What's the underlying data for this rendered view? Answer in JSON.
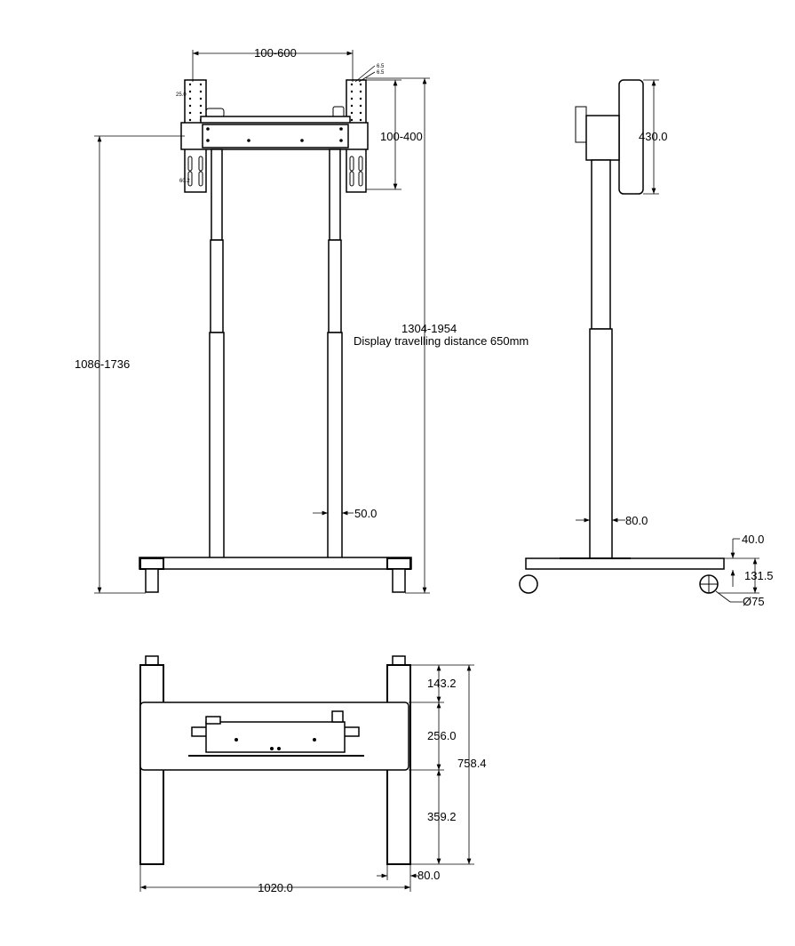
{
  "front_view": {
    "dim_vesa_width": "100-600",
    "dim_vesa_height": "100-400",
    "dim_mount_height": "1086-1736",
    "dim_overall_height": "1304-1954",
    "travel_note": "Display travelling distance 650mm",
    "dim_column": "50.0",
    "dim_small_hole_pitch": "25.0",
    "dim_small_slot": "60.2",
    "dim_small_hole_a": "6.5",
    "dim_small_hole_b": "6.5"
  },
  "side_view": {
    "dim_display_plate": "430.0",
    "dim_column": "80.0",
    "dim_base_thickness": "40.0",
    "dim_base_height": "131.5",
    "dim_caster": "Ø75"
  },
  "top_view": {
    "dim_front_leg": "143.2",
    "dim_crossbar": "256.0",
    "dim_rear_leg": "359.2",
    "dim_total_depth": "758.4",
    "dim_total_width": "1020.0",
    "dim_leg_width": "80.0"
  }
}
